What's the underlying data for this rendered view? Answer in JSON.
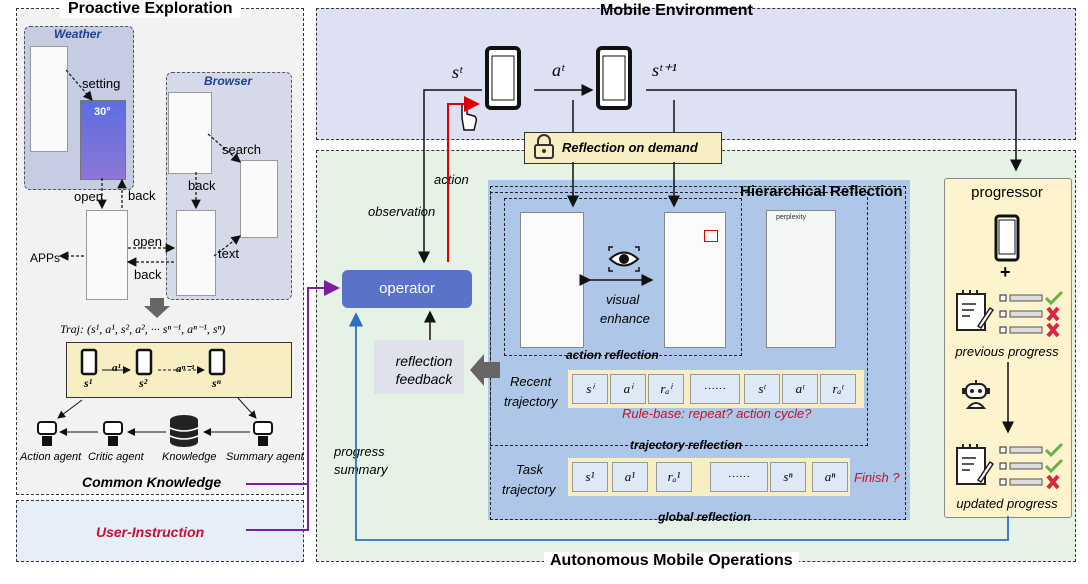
{
  "proactive": {
    "title": "Proactive Exploration",
    "weather_label": "Weather",
    "browser_label": "Browser",
    "weather_temp": "30°",
    "edge_setting": "setting",
    "edge_open": "open",
    "edge_back_1": "back",
    "edge_search": "search",
    "edge_back_2": "back",
    "edge_open_2": "open",
    "edge_back_3": "back",
    "edge_text": "text",
    "apps_label": "APPs",
    "traj_formula": "Traj: (s¹, a¹, s², a², ··· sⁿ⁻¹, aⁿ⁻¹, sⁿ)",
    "traj_s1": "s¹",
    "traj_a1": "a¹",
    "traj_s2": "s²",
    "traj_an1": "aⁿ⁻¹",
    "traj_sn": "sⁿ",
    "agents": [
      "Action agent",
      "Critic agent",
      "Knowledge",
      "Summary agent"
    ],
    "common_knowledge": "Common Knowledge"
  },
  "user_instruction": "User-Instruction",
  "mobile_env": {
    "title": "Mobile Environment",
    "s_t": "sᵗ",
    "a_t": "aᵗ",
    "s_t1": "sᵗ⁺¹"
  },
  "reflection_on_demand": "Reflection on demand",
  "autonomous": {
    "title": "Autonomous Mobile Operations",
    "observation": "observation",
    "action": "action",
    "operator": "operator",
    "reflection_feedback_1": "reflection",
    "reflection_feedback_2": "feedback",
    "progress_summary_1": "progress",
    "progress_summary_2": "summary"
  },
  "hierarchical": {
    "title": "Hierarchical Reflection",
    "visual_enhance_1": "visual",
    "visual_enhance_2": "enhance",
    "action_reflection": "action reflection",
    "perplexity_label": "perplexity",
    "recent_traj_1": "Recent",
    "recent_traj_2": "trajectory",
    "recent_cells": [
      "sⁱ",
      "aⁱ",
      "rₐⁱ",
      "······",
      "sᵗ",
      "aᵗ",
      "rₐᵗ"
    ],
    "rule_base": "Rule-base: repeat? action cycle?",
    "trajectory_reflection": "trajectory reflection",
    "task_traj_1": "Task",
    "task_traj_2": "trajectory",
    "task_cells": [
      "s¹",
      "a¹",
      "rₐ¹",
      "······",
      "sⁿ",
      "aⁿ"
    ],
    "finish": "Finish ?",
    "global_reflection": "global reflection"
  },
  "progressor": {
    "title": "progressor",
    "plus": "+",
    "previous_progress": "previous progress",
    "updated_progress": "updated progress"
  },
  "colors": {
    "env_bg": "#dde1f3",
    "auto_bg": "#e6f2e6",
    "hier_bg": "#aec6e8",
    "operator": "#5a72c8",
    "progressor_bg": "#fdf3cc",
    "traj_bg": "#f7eec4",
    "cell_bg": "#dfe9f6",
    "red": "#c8102e",
    "purple": "#7a1fa2",
    "blue_line": "#2f6fc0"
  }
}
